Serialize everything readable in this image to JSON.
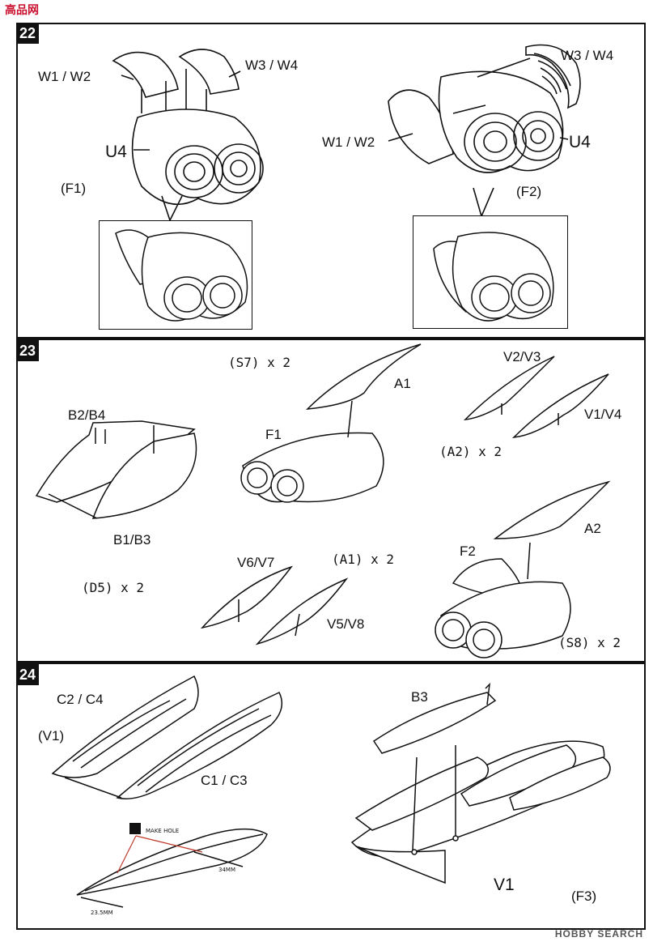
{
  "site_logo": "高品网",
  "watermark": "HOBBY SEARCH",
  "steps": {
    "s22": {
      "number": "22",
      "left_labels": {
        "canopy": "W1 / W2",
        "cover": "W3 / W4",
        "engine": "U4",
        "variant": "(F1)"
      },
      "right_labels": {
        "cover": "W3 / W4",
        "canopy": "W1 / W2",
        "engine": "U4",
        "variant": "(F2)"
      }
    },
    "s23": {
      "number": "23",
      "labels": {
        "s7": "(S7) x 2",
        "a1": "A1",
        "v2v3": "V2/V3",
        "v1v4": "V1/V4",
        "a2x2": "(A2) x 2",
        "b2b4": "B2/B4",
        "b1b3": "B1/B3",
        "f1": "F1",
        "d5": "(D5) x 2",
        "v6v7": "V6/V7",
        "a1x2": "(A1) x 2",
        "v5v8": "V5/V8",
        "f2": "F2",
        "a2": "A2",
        "s8": "(S8) x 2"
      }
    },
    "s24": {
      "number": "24",
      "labels": {
        "c2c4": "C2 / C4",
        "v1var": "(V1)",
        "c1c3": "C1 / C3",
        "make_hole": "MAKE HOLE",
        "dim_34": "34MM",
        "dim_235": "23.5MM",
        "b3": "B3",
        "v1": "V1",
        "f3": "(F3)"
      }
    }
  }
}
